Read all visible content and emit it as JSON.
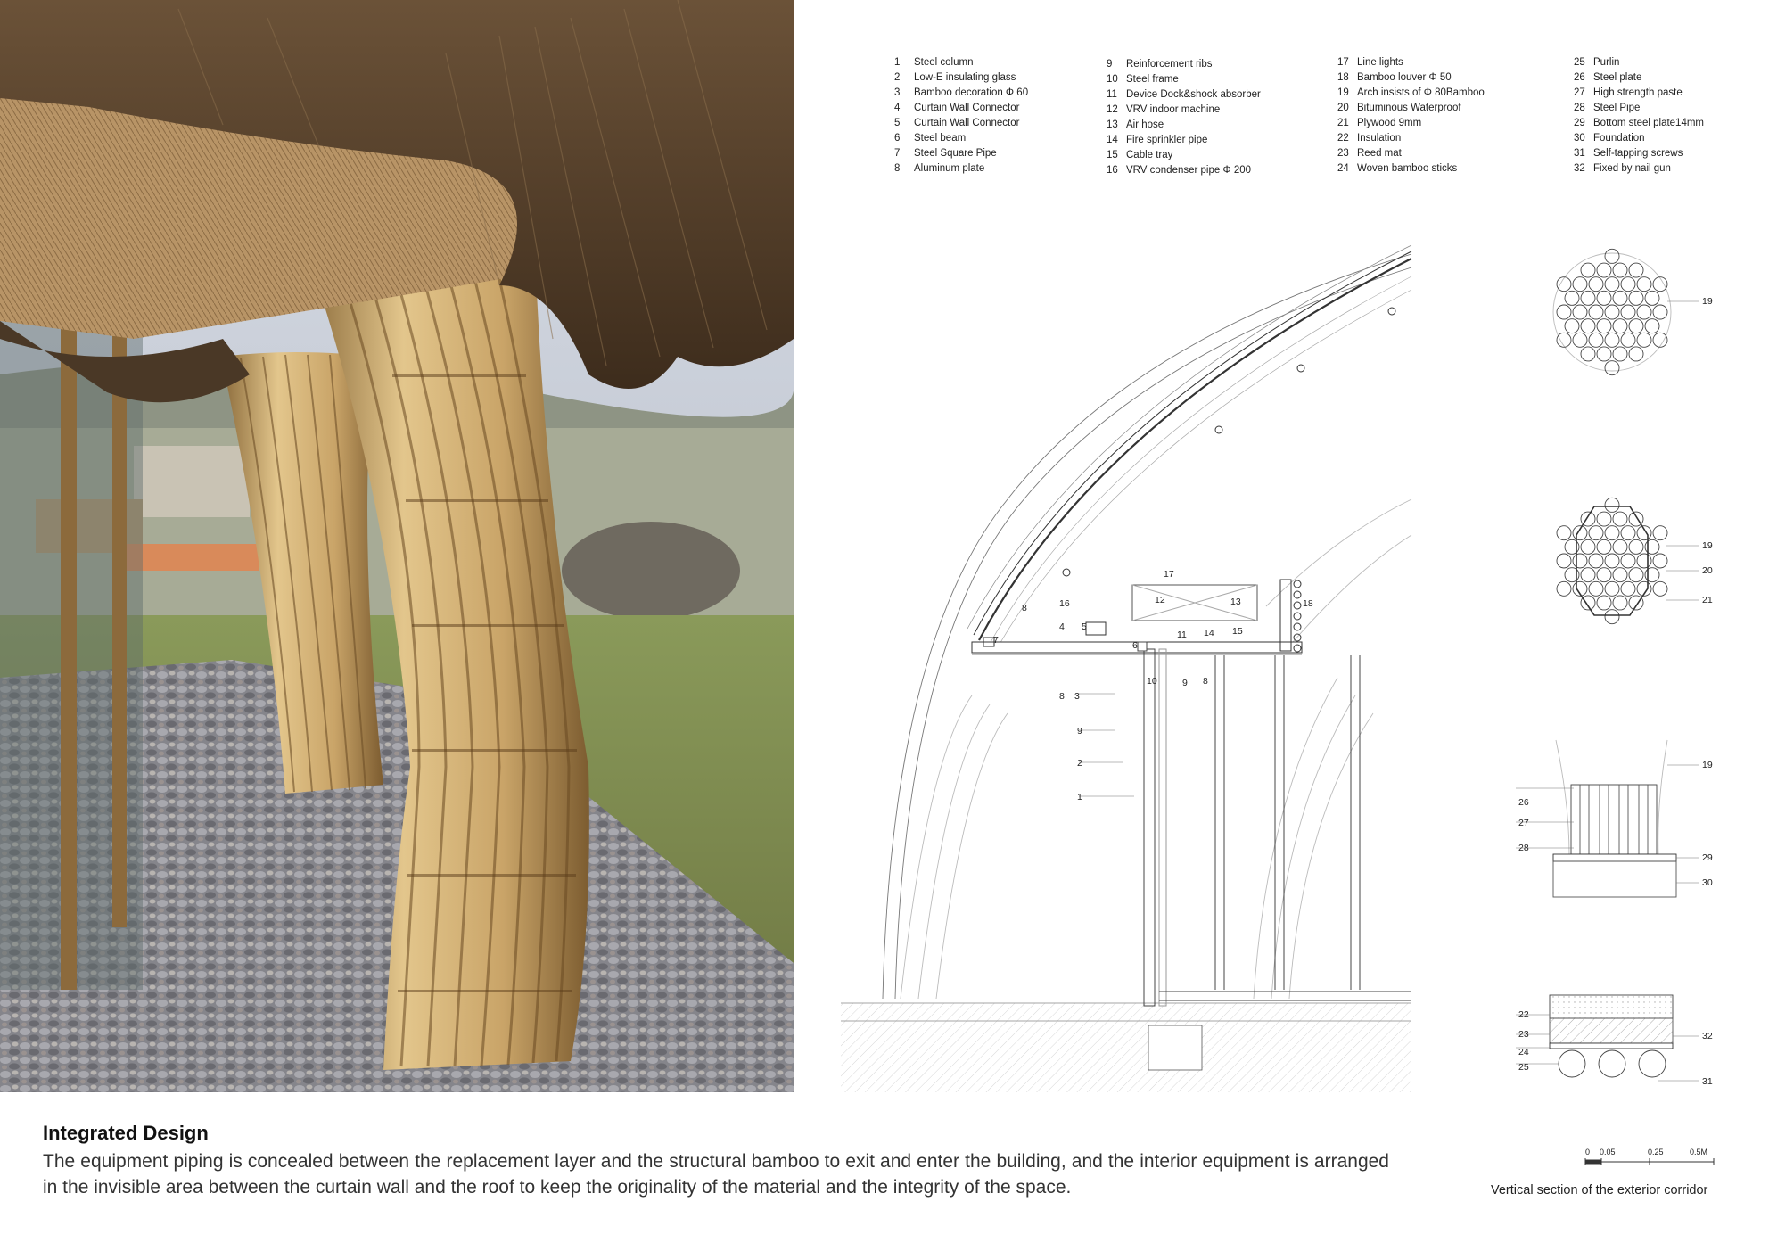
{
  "legend": {
    "columns": [
      [
        {
          "num": "1",
          "label": "Steel column"
        },
        {
          "num": "2",
          "label": "Low-E insulating glass"
        },
        {
          "num": "3",
          "label": "Bamboo decoration Φ 60"
        },
        {
          "num": "4",
          "label": "Curtain Wall Connector"
        },
        {
          "num": "5",
          "label": "Curtain Wall Connector"
        },
        {
          "num": "6",
          "label": "Steel beam"
        },
        {
          "num": "7",
          "label": "Steel Square Pipe"
        },
        {
          "num": "8",
          "label": "Aluminum plate"
        }
      ],
      [
        {
          "num": "9",
          "label": "Reinforcement ribs"
        },
        {
          "num": "10",
          "label": "Steel frame"
        },
        {
          "num": "11",
          "label": "Device Dock&shock absorber"
        },
        {
          "num": "12",
          "label": "VRV indoor machine"
        },
        {
          "num": "13",
          "label": "Air hose"
        },
        {
          "num": "14",
          "label": "Fire sprinkler pipe"
        },
        {
          "num": "15",
          "label": "Cable tray"
        },
        {
          "num": "16",
          "label": "VRV condenser pipe Φ 200"
        }
      ],
      [
        {
          "num": "17",
          "label": "Line lights"
        },
        {
          "num": "18",
          "label": "Bamboo louver Φ 50"
        },
        {
          "num": "19",
          "label": "Arch insists of Φ 80Bamboo"
        },
        {
          "num": "20",
          "label": "Bituminous Waterproof"
        },
        {
          "num": "21",
          "label": "Plywood 9mm"
        },
        {
          "num": "22",
          "label": "Insulation"
        },
        {
          "num": "23",
          "label": "Reed mat"
        },
        {
          "num": "24",
          "label": "Woven bamboo sticks"
        }
      ],
      [
        {
          "num": "25",
          "label": "Purlin"
        },
        {
          "num": "26",
          "label": "Steel plate"
        },
        {
          "num": "27",
          "label": "High strength paste"
        },
        {
          "num": "28",
          "label": "Steel Pipe"
        },
        {
          "num": "29",
          "label": "Bottom steel plate14mm"
        },
        {
          "num": "30",
          "label": "Foundation"
        },
        {
          "num": "31",
          "label": "Self-tapping screws"
        },
        {
          "num": "32",
          "label": "Fixed by nail gun"
        }
      ]
    ]
  },
  "callouts": {
    "main": [
      "17",
      "16",
      "12",
      "13",
      "18",
      "8",
      "4",
      "5",
      "7",
      "11",
      "14",
      "15",
      "6",
      "10",
      "9",
      "8",
      "8",
      "3",
      "9",
      "2",
      "1"
    ],
    "detail1": [
      "19"
    ],
    "detail2": [
      "19",
      "20",
      "21"
    ],
    "detail3": [
      "19",
      "26",
      "27",
      "28",
      "29",
      "30"
    ],
    "detail4": [
      "22",
      "23",
      "24",
      "25",
      "32",
      "31"
    ]
  },
  "scale": {
    "labels": [
      "0",
      "0.05",
      "0.25",
      "0.5M"
    ]
  },
  "caption": "Vertical section of the exterior corridor",
  "title": "Integrated Design",
  "description": "The equipment piping is concealed between the replacement layer and the structural bamboo to exit and enter the building, and the interior equipment is arranged in the invisible area between the curtain wall and the roof to keep the originality of the material and the integrity of the space.",
  "colors": {
    "bamboo": "#c9a468",
    "thatch": "#5e4630",
    "grass": "#7d8a4e",
    "pebbles": "#8a8a8e",
    "sky": "#c6ccd8"
  }
}
